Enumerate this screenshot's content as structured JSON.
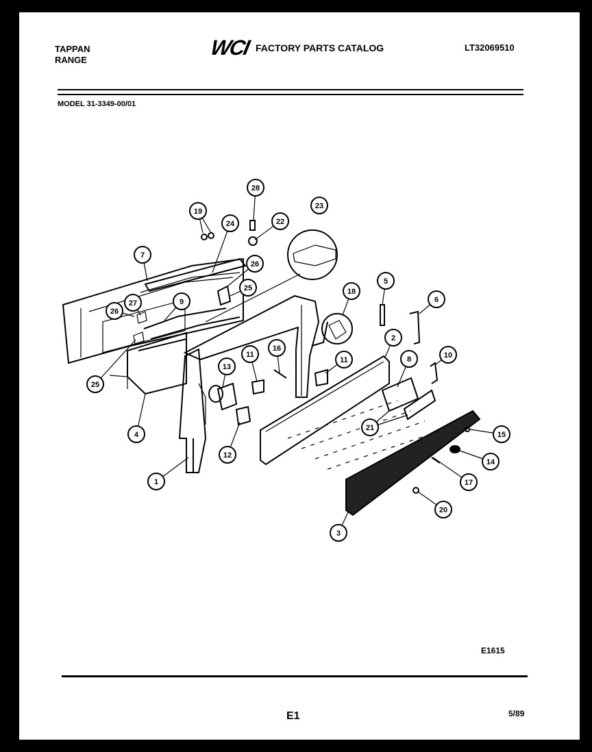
{
  "header": {
    "brand_line1": "TAPPAN",
    "brand_line2": "RANGE",
    "logo_text": "WCI",
    "catalog_title": "FACTORY PARTS CATALOG",
    "catalog_number": "LT32069510",
    "model": "MODEL 31-3349-00/01"
  },
  "callouts": [
    "1",
    "2",
    "3",
    "4",
    "5",
    "6",
    "7",
    "8",
    "9",
    "10",
    "11",
    "11",
    "12",
    "13",
    "14",
    "15",
    "16",
    "17",
    "18",
    "19",
    "20",
    "21",
    "22",
    "23",
    "24",
    "25",
    "25",
    "26",
    "26",
    "27",
    "28"
  ],
  "footer": {
    "ref_code": "E1615",
    "page": "E1",
    "date": "5/89"
  }
}
